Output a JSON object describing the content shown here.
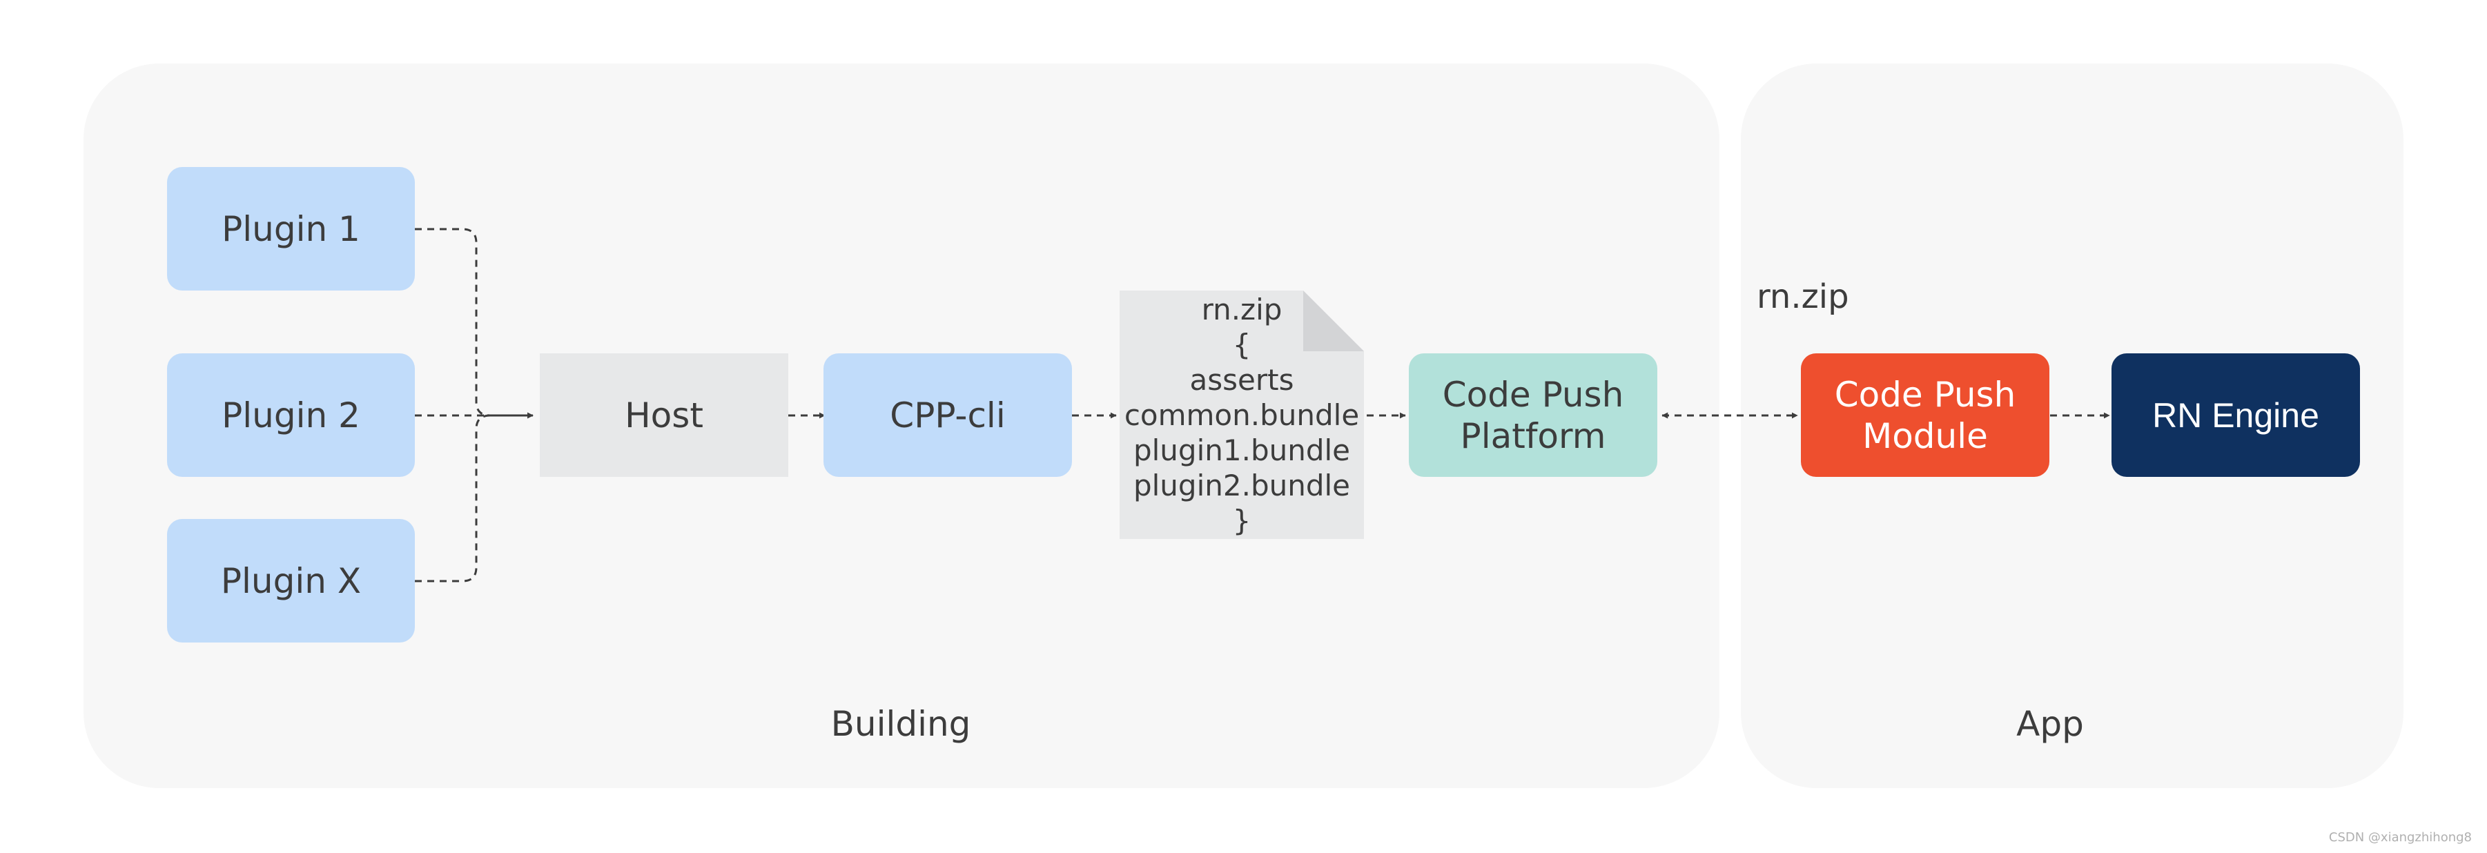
{
  "groups": {
    "building": {
      "label": "Building"
    },
    "app": {
      "label": "App"
    }
  },
  "nodes": {
    "plugin_1": "Plugin 1",
    "plugin_2": "Plugin 2",
    "plugin_x": "Plugin X",
    "host": "Host",
    "cpp_cli": "CPP-cli",
    "code_push_platform": "Code Push\nPlatform",
    "code_push_module": "Code Push\nModule",
    "rn_engine": "RN Engine"
  },
  "bundle_file": {
    "lines": [
      "rn.zip",
      "{",
      "asserts",
      "common.bundle",
      "plugin1.bundle",
      "plugin2.bundle",
      "}"
    ]
  },
  "app_file_label": "rn.zip",
  "watermark": "CSDN @xiangzhihong8",
  "colors": {
    "panel": "#f7f7f7",
    "plugin_blue": "#c1dcfa",
    "host_gray": "#e7e8e9",
    "platform_teal": "#b2e1da",
    "module_red": "#ee4f2e",
    "engine_navy": "#0f3160",
    "connector": "#3c3c3c"
  },
  "connections": [
    {
      "from": "plugin_1",
      "to": "host",
      "style": "dashed"
    },
    {
      "from": "plugin_2",
      "to": "host",
      "style": "dashed"
    },
    {
      "from": "plugin_x",
      "to": "host",
      "style": "dashed"
    },
    {
      "from": "host",
      "to": "cpp_cli",
      "style": "dashed"
    },
    {
      "from": "cpp_cli",
      "to": "bundle_file",
      "style": "dashed"
    },
    {
      "from": "bundle_file",
      "to": "code_push_platform",
      "style": "dashed"
    },
    {
      "from": "code_push_platform",
      "to": "code_push_module",
      "style": "dashed",
      "bidirectional": true
    },
    {
      "from": "code_push_module",
      "to": "rn_engine",
      "style": "dashed"
    }
  ]
}
